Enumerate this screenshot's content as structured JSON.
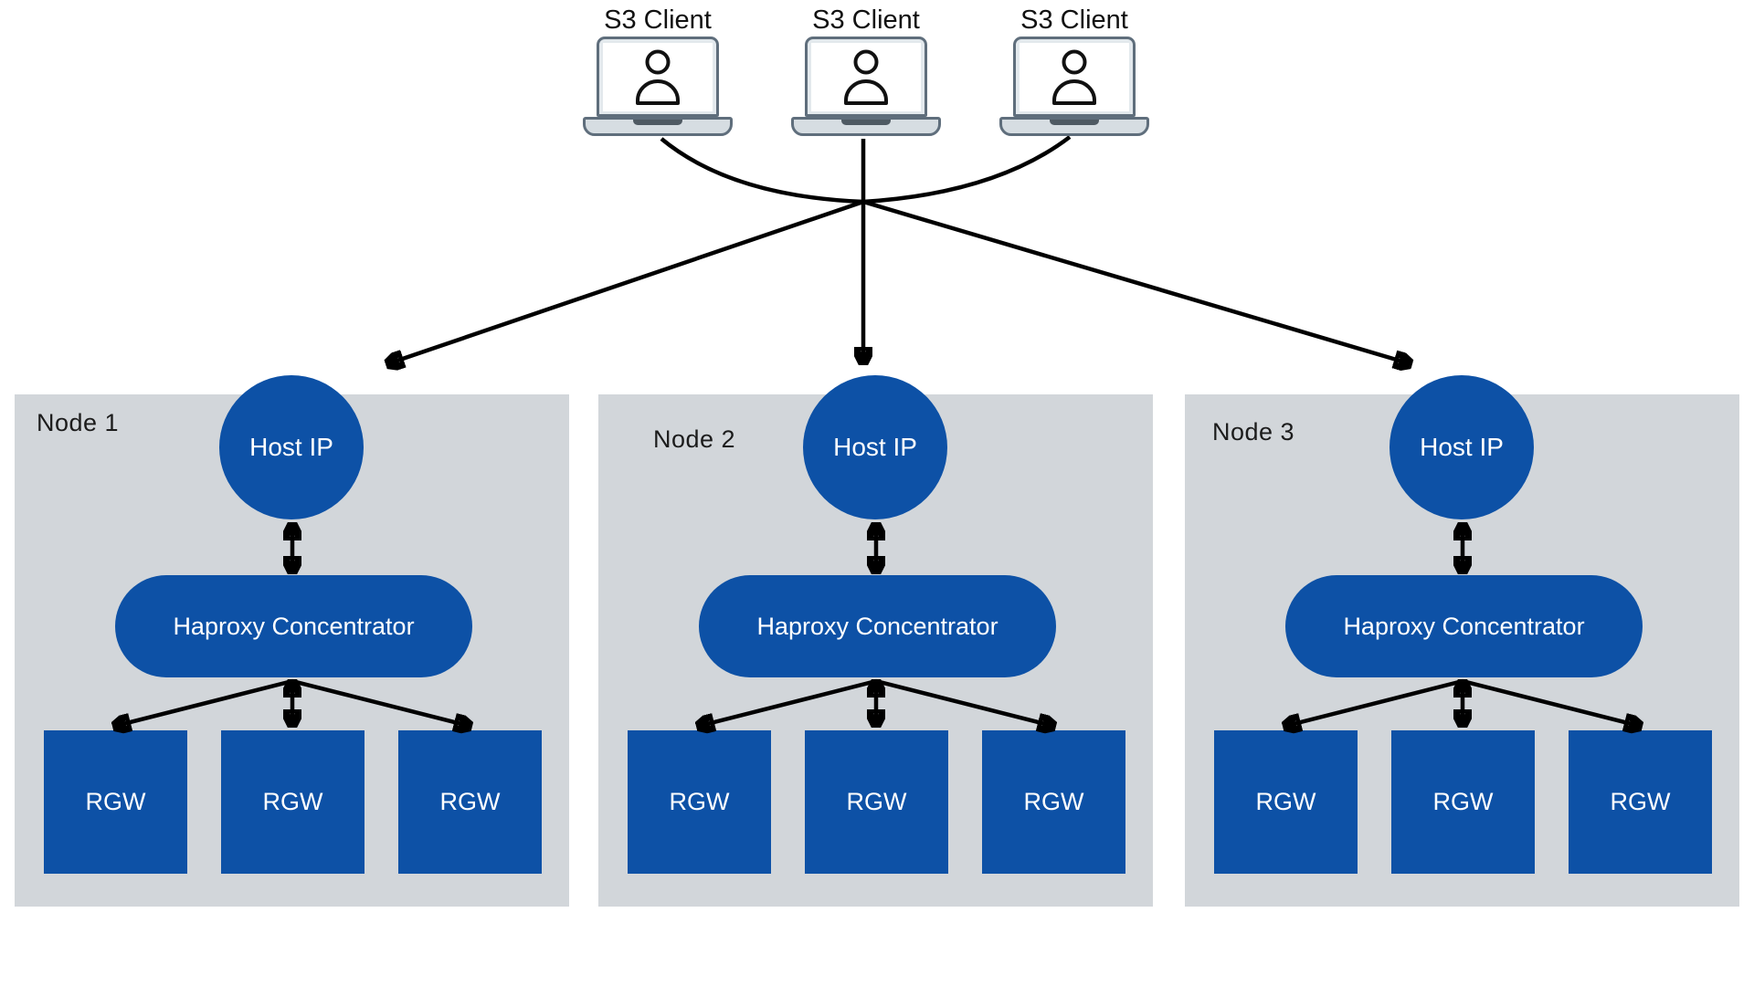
{
  "diagram_type": "architecture-diagram",
  "clients": [
    {
      "label": "S3 Client"
    },
    {
      "label": "S3 Client"
    },
    {
      "label": "S3 Client"
    }
  ],
  "nodes": [
    {
      "label": "Node 1",
      "host_ip_label": "Host IP",
      "haproxy_label": "Haproxy Concentrator",
      "rgw_labels": [
        "RGW",
        "RGW",
        "RGW"
      ]
    },
    {
      "label": "Node 2",
      "host_ip_label": "Host IP",
      "haproxy_label": "Haproxy Concentrator",
      "rgw_labels": [
        "RGW",
        "RGW",
        "RGW"
      ]
    },
    {
      "label": "Node 3",
      "host_ip_label": "Host IP",
      "haproxy_label": "Haproxy Concentrator",
      "rgw_labels": [
        "RGW",
        "RGW",
        "RGW"
      ]
    }
  ],
  "icons": {
    "client_device": "laptop-icon",
    "client_user": "user-silhouette-icon"
  },
  "colors": {
    "shape_blue": "#0d51a6",
    "node_background": "#d2d6da",
    "arrow_black": "#000000",
    "shape_text": "#ffffff",
    "label_text": "#1c1c1c"
  }
}
